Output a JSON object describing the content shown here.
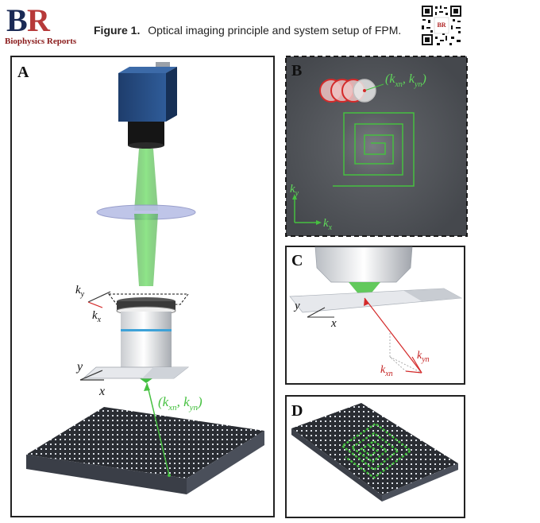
{
  "header": {
    "logo_letters": "BR",
    "journal_name": "Biophysics Reports",
    "figure_label": "Figure  1.",
    "figure_caption": "Optical imaging principle and system setup of FPM.",
    "qr_badge": "BR"
  },
  "panels": {
    "a": {
      "label": "A",
      "ky": "k",
      "ky_sub": "y",
      "kx": "k",
      "kx_sub": "x",
      "y": "y",
      "x": "x",
      "wave_vector": "(k",
      "wave_sub_x": "xn",
      "wave_sep": ", k",
      "wave_sub_y": "yn",
      "wave_close": ")"
    },
    "b": {
      "label": "B",
      "wave_vector": "(k",
      "wave_sub_x": "xn",
      "wave_sep": ", k",
      "wave_sub_y": "yn",
      "wave_close": ")",
      "ky": "k",
      "ky_sub": "y",
      "kx": "k",
      "kx_sub": "x"
    },
    "c": {
      "label": "C",
      "y": "y",
      "x": "x",
      "kyn": "k",
      "kyn_sub": "yn",
      "kxn": "k",
      "kxn_sub": "xn"
    },
    "d": {
      "label": "D"
    }
  },
  "colors": {
    "green": "#46c040",
    "red": "#d42a2a",
    "brand_dark": "#1b2a55",
    "brand_red": "#b02424"
  }
}
